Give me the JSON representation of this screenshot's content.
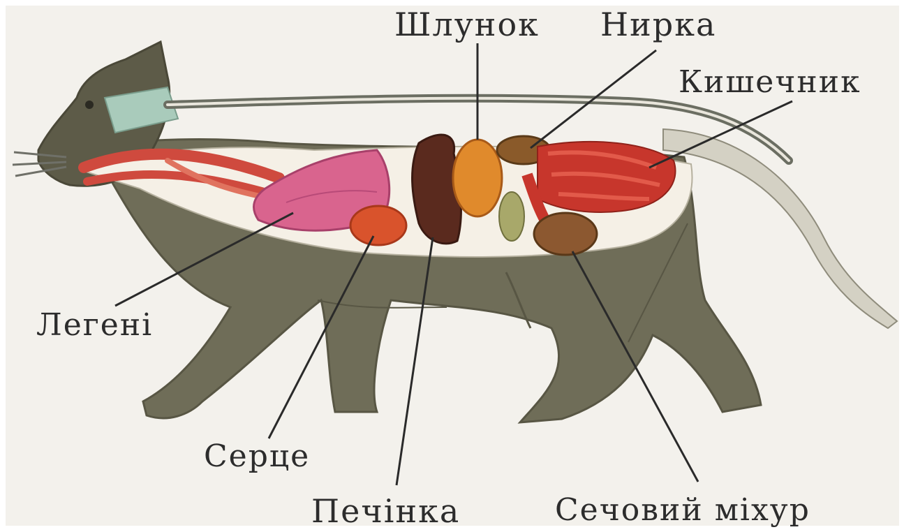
{
  "labels": {
    "stomach": "Шлунок",
    "kidney": "Нирка",
    "intestine": "Кишечник",
    "lungs": "Легені",
    "heart": "Серце",
    "liver": "Печінка",
    "bladder": "Сечовий міхур"
  },
  "colors": {
    "background": "#f3f1ec",
    "body": "#6f6d58",
    "body_outline": "#585644",
    "cavity": "#f5f0e6",
    "spine": "#6b6e62",
    "trachea": "#cf4a3e",
    "lungs": "#d9648e",
    "heart": "#d9532c",
    "liver": "#5a2a1e",
    "stomach": "#e08a2c",
    "kidney": "#8a5a2a",
    "intestine": "#c7362c",
    "bladder": "#8c5830",
    "leader_line": "#2a2a2a",
    "label_text": "#2c2c2c"
  }
}
